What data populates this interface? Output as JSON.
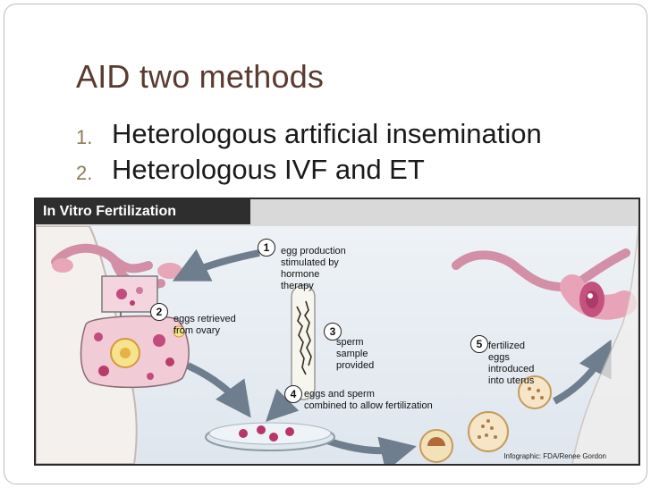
{
  "slide": {
    "title": "AID two methods",
    "items": [
      {
        "number": "1.",
        "text": "Heterologous artificial insemination"
      },
      {
        "number": "2.",
        "text": "Heterologous IVF and ET"
      }
    ]
  },
  "figure": {
    "title": "In Vitro Fertilization",
    "steps": [
      {
        "number": "1",
        "text": "egg production\nstimulated by\nhormone\ntherapy"
      },
      {
        "number": "2",
        "text": "eggs retrieved\nfrom ovary"
      },
      {
        "number": "3",
        "text": "sperm\nsample\nprovided"
      },
      {
        "number": "4",
        "text": "eggs and sperm\ncombined to allow fertilization"
      },
      {
        "number": "5",
        "text": "fertilized\neggs\nintroduced\ninto uterus"
      }
    ],
    "credit": "Infographic: FDA/Renee Gordon"
  }
}
